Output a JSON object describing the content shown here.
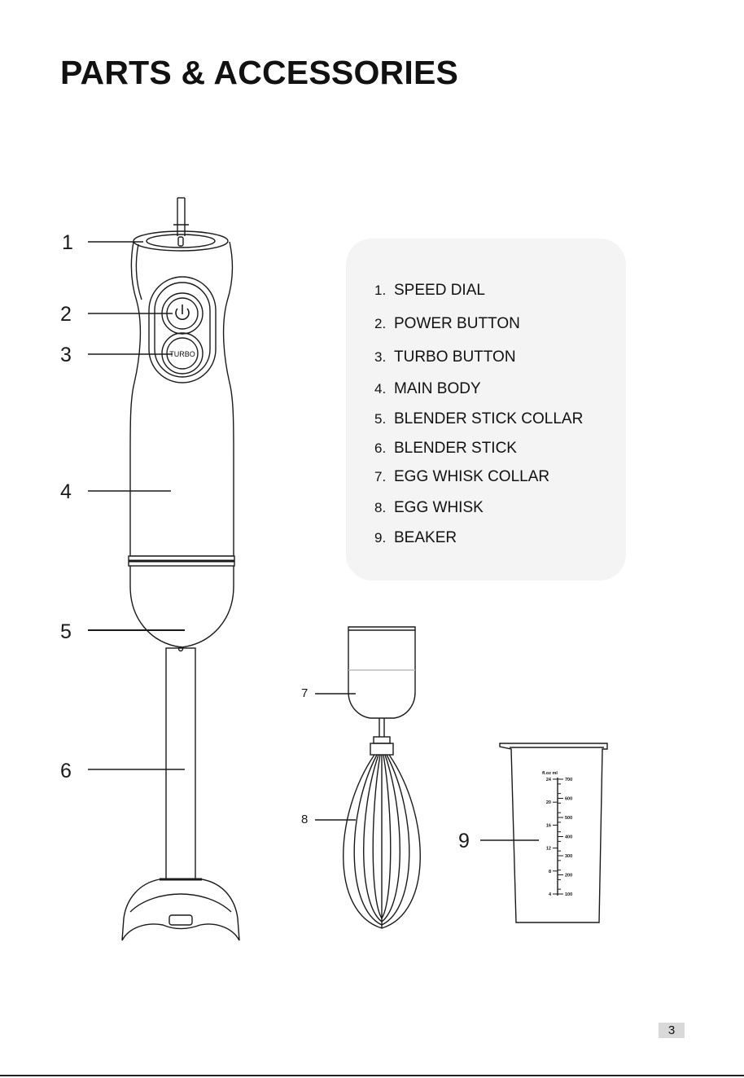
{
  "page": {
    "title": "PARTS & ACCESSORIES",
    "page_number": "3"
  },
  "callouts": [
    "1",
    "2",
    "3",
    "4",
    "5",
    "6",
    "7",
    "8",
    "9"
  ],
  "parts": [
    {
      "no": "1.",
      "label": "SPEED DIAL"
    },
    {
      "no": "2.",
      "label": "POWER BUTTON"
    },
    {
      "no": "3.",
      "label": "TURBO BUTTON"
    },
    {
      "no": "4.",
      "label": "MAIN BODY"
    },
    {
      "no": "5.",
      "label": "BLENDER STICK COLLAR"
    },
    {
      "no": "6.",
      "label": "BLENDER STICK"
    },
    {
      "no": "7.",
      "label": "EGG WHISK COLLAR"
    },
    {
      "no": "8.",
      "label": "EGG WHISK"
    },
    {
      "no": "9.",
      "label": "BEAKER"
    }
  ],
  "blender": {
    "turbo_label": "TURBO"
  },
  "beaker": {
    "unit_header": "fl.oz  ml",
    "oz_scale": [
      "24",
      "20",
      "16",
      "12",
      "8",
      "4"
    ],
    "ml_scale": [
      "700",
      "600",
      "500",
      "400",
      "300",
      "200",
      "100"
    ]
  }
}
